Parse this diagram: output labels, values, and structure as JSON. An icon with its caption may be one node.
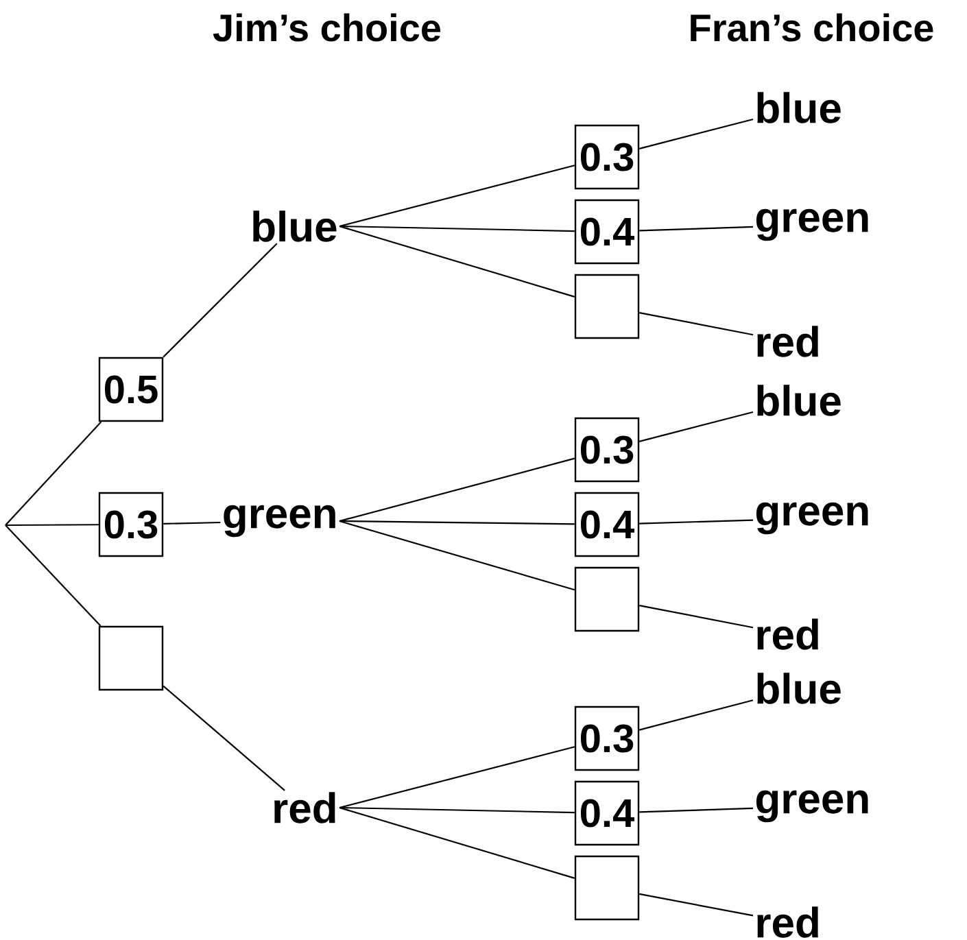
{
  "diagram": {
    "nodes": [
      {
        "text": [
          "0.5"
        ]
      },
      {
        "text": [
          "0.3"
        ]
      },
      {
        "text": [],
        "shape": "box"
      },
      {
        "text": [
          "blue"
        ]
      },
      {
        "text": [
          "green"
        ]
      },
      {
        "text": [
          "red"
        ]
      },
      {
        "text": [
          "0.3"
        ]
      },
      {
        "text": [
          "0.4"
        ]
      },
      {
        "text": [],
        "shape": "box"
      },
      {
        "text": [
          "blue"
        ]
      },
      {
        "text": [
          "green"
        ]
      },
      {
        "text": [
          "red"
        ]
      },
      {
        "text": [
          "0.3"
        ]
      },
      {
        "text": [
          "0.4"
        ]
      },
      {
        "text": [],
        "shape": "box"
      },
      {
        "text": [
          "blue"
        ]
      },
      {
        "text": [
          "green"
        ]
      },
      {
        "text": [
          "red"
        ]
      },
      {
        "text": [
          "0.3"
        ]
      },
      {
        "text": [
          "0.4"
        ]
      },
      {
        "text": [],
        "shape": "box"
      },
      {
        "text": [
          "blue"
        ]
      },
      {
        "text": [
          "green"
        ]
      },
      {
        "text": [
          "red"
        ]
      }
    ],
    "edges": [
      {
        "from": null,
        "to": 0,
        "arrow": "none"
      },
      {
        "from": null,
        "to": 1,
        "arrow": "none"
      },
      {
        "from": null,
        "to": 2,
        "arrow": "none"
      },
      {
        "from": 0,
        "to": 3,
        "arrow": "none"
      },
      {
        "from": 1,
        "to": 4,
        "arrow": "none"
      },
      {
        "from": 2,
        "to": 5,
        "arrow": "none"
      },
      {
        "from": 3,
        "to": 6,
        "arrow": "none"
      },
      {
        "from": 3,
        "to": 7,
        "arrow": "none"
      },
      {
        "from": 3,
        "to": 8,
        "arrow": "none"
      },
      {
        "from": 6,
        "to": 9,
        "arrow": "none"
      },
      {
        "from": 7,
        "to": 10,
        "arrow": "none"
      },
      {
        "from": 8,
        "to": 11,
        "arrow": "none"
      },
      {
        "from": 4,
        "to": 12,
        "arrow": "none"
      },
      {
        "from": 4,
        "to": 13,
        "arrow": "none"
      },
      {
        "from": 4,
        "to": 14,
        "arrow": "none"
      },
      {
        "from": 12,
        "to": 15,
        "arrow": "none"
      },
      {
        "from": 13,
        "to": 16,
        "arrow": "none"
      },
      {
        "from": 14,
        "to": 17,
        "arrow": "none"
      },
      {
        "from": 5,
        "to": 18,
        "arrow": "none"
      },
      {
        "from": 5,
        "to": 19,
        "arrow": "none"
      },
      {
        "from": 5,
        "to": 20,
        "arrow": "none"
      },
      {
        "from": 18,
        "to": 21,
        "arrow": "none"
      },
      {
        "from": 19,
        "to": 22,
        "arrow": "none"
      },
      {
        "from": 20,
        "to": 23,
        "arrow": "none"
      }
    ],
    "labels": [
      "Jim’s choice",
      "Fran’s choice"
    ]
  }
}
